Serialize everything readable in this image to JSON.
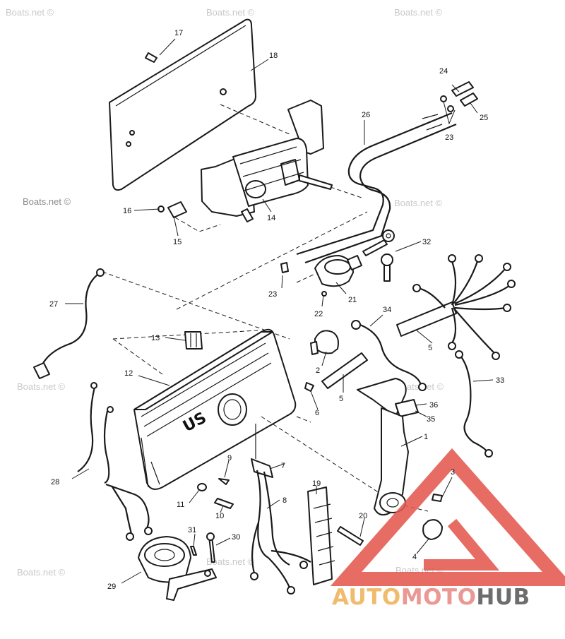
{
  "watermark": "Boats.net ©",
  "brand": {
    "part1": "AUTO",
    "part2": "MOTO",
    "part3": "HUB",
    "color1": "#f0b25a",
    "color2": "#e98a86",
    "color3": "#5a5a5a",
    "triangle_color": "#e3584f"
  },
  "housing_logo": "US",
  "callouts": {
    "c1": "1",
    "c2": "2",
    "c3": "3",
    "c4": "4",
    "c5": "5",
    "c6": "6",
    "c7": "7",
    "c8": "8",
    "c9": "9",
    "c10": "10",
    "c11": "11",
    "c12": "12",
    "c13": "13",
    "c14": "14",
    "c15": "15",
    "c16": "16",
    "c17": "17",
    "c18": "18",
    "c19": "19",
    "c20": "20",
    "c21": "21",
    "c22": "22",
    "c23": "23",
    "c24": "24",
    "c25": "25",
    "c26": "26",
    "c27": "27",
    "c28": "28",
    "c29": "29",
    "c30": "30",
    "c31": "31",
    "c32": "32",
    "c33": "33",
    "c34": "34",
    "c35": "35",
    "c36": "36"
  }
}
